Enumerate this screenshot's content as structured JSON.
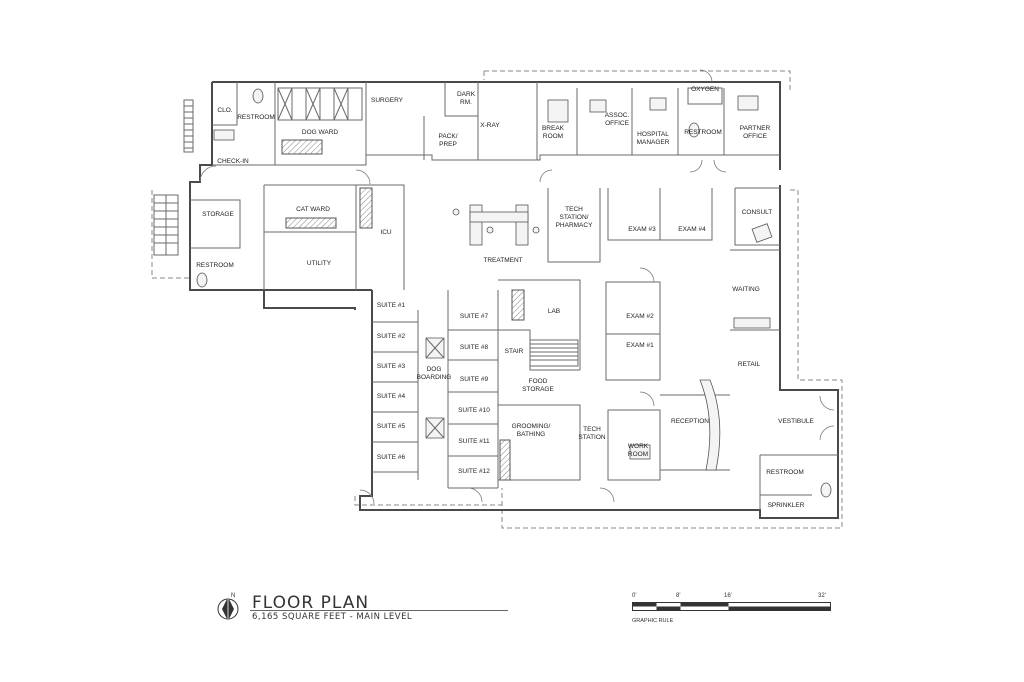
{
  "plan": {
    "title": "FLOOR PLAN",
    "subtitle": "6,165 SQUARE FEET - MAIN LEVEL",
    "north_symbol": "N",
    "scale": {
      "ticks": [
        "0'",
        "8'",
        "16'",
        "32'"
      ],
      "caption": "GRAPHIC RULE"
    },
    "rooms": {
      "clo": "CLO.",
      "restroom_nw": "RESTROOM",
      "dog_ward": "DOG WARD",
      "check_in": "CHECK-IN",
      "surgery": "SURGERY",
      "dark_rm_1": "DARK",
      "dark_rm_2": "RM.",
      "pack_prep_1": "PACK/",
      "pack_prep_2": "PREP",
      "x_ray": "X-RAY",
      "break_room_1": "BREAK",
      "break_room_2": "ROOM",
      "assoc_office_1": "ASSOC.",
      "assoc_office_2": "OFFICE",
      "hospital_manager_1": "HOSPITAL",
      "hospital_manager_2": "MANAGER",
      "oxygen": "OXYGEN",
      "restroom_n": "RESTROOM",
      "partner_office_1": "PARTNER",
      "partner_office_2": "OFFICE",
      "storage": "STORAGE",
      "restroom_w": "RESTROOM",
      "cat_ward": "CAT WARD",
      "utility": "UTILITY",
      "icu": "ICU",
      "treatment": "TREATMENT",
      "tech_station_pharmacy_1": "TECH",
      "tech_station_pharmacy_2": "STATION/",
      "tech_station_pharmacy_3": "PHARMACY",
      "exam3": "EXAM #3",
      "exam4": "EXAM #4",
      "consult": "CONSULT",
      "waiting": "WAITING",
      "suite1": "SUITE #1",
      "suite2": "SUITE #2",
      "suite3": "SUITE #3",
      "suite4": "SUITE #4",
      "suite5": "SUITE #5",
      "suite6": "SUITE #6",
      "suite7": "SUITE #7",
      "suite8": "SUITE #8",
      "suite9": "SUITE #9",
      "suite10": "SUITE #10",
      "suite11": "SUITE #11",
      "suite12": "SUITE #12",
      "dog_boarding_1": "DOG",
      "dog_boarding_2": "BOARDING",
      "lab": "LAB",
      "stair": "STAIR",
      "food_storage_1": "FOOD",
      "food_storage_2": "STORAGE",
      "exam2": "EXAM #2",
      "exam1": "EXAM #1",
      "retail": "RETAIL",
      "grooming_1": "GROOMING/",
      "grooming_2": "BATHING",
      "tech_station_1": "TECH",
      "tech_station_2": "STATION",
      "work_room_1": "WORK",
      "work_room_2": "ROOM",
      "reception": "RECEPTION",
      "vestibule": "VESTIBULE",
      "restroom_se": "RESTROOM",
      "sprinkler": "SPRINKLER"
    }
  }
}
